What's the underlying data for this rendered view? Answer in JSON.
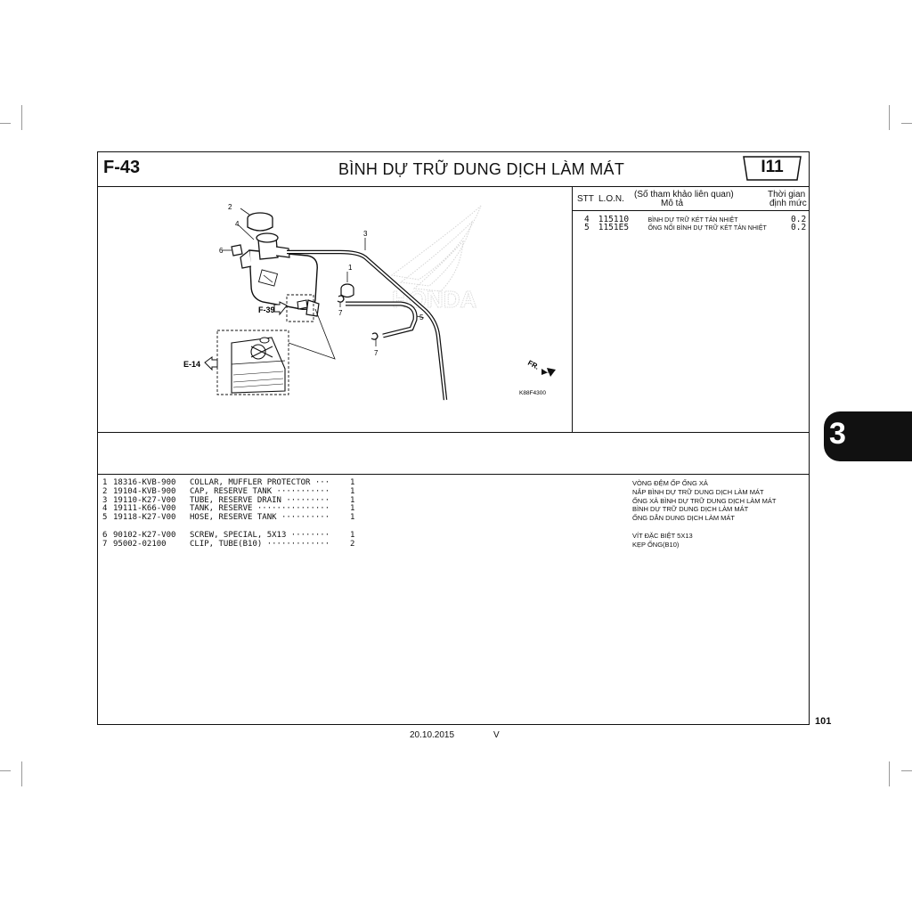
{
  "header": {
    "code": "F-43",
    "title": "BÌNH DỰ TRỮ DUNG DỊCH LÀM MÁT",
    "id": "I11"
  },
  "labor_table": {
    "col_stt": "STT",
    "col_lon": "L.O.N.",
    "col_desc_line1": "(Số tham khảo liên quan)",
    "col_desc_line2": "Mô tả",
    "col_time_line1": "Thời gian",
    "col_time_line2": "định mức",
    "rows": [
      {
        "no": "4",
        "code": "115110",
        "desc": "BÌNH DỰ TRỮ KÉT TẢN NHIỆT",
        "time": "0.2"
      },
      {
        "no": "5",
        "code": "1151E5",
        "desc": "ỐNG NỐI BÌNH DỰ TRỮ KÉT TẢN NHIỆT",
        "time": "0.2"
      }
    ]
  },
  "diagram": {
    "callouts": [
      "1",
      "2",
      "3",
      "4",
      "5",
      "6",
      "7",
      "7"
    ],
    "ref_f39": "F-39",
    "ref_e14": "E-14",
    "front_marker": "FR.",
    "figure_code": "K88F4300",
    "watermark": "HONDA"
  },
  "parts": [
    {
      "no": "1",
      "pn": "18316-KVB-900",
      "desc": "COLLAR, MUFFLER PROTECTOR ···",
      "qty": "1",
      "vn": "VÒNG ĐỆM ỐP ỐNG XẢ"
    },
    {
      "no": "2",
      "pn": "19104-KVB-900",
      "desc": "CAP, RESERVE TANK ···········",
      "qty": "1",
      "vn": "NẮP BÌNH DỰ TRỮ DUNG DỊCH LÀM MÁT"
    },
    {
      "no": "3",
      "pn": "19110-K27-V00",
      "desc": "TUBE, RESERVE DRAIN ·········",
      "qty": "1",
      "vn": "ỐNG XẢ BÌNH DỰ TRỮ DUNG DỊCH LÀM MÁT"
    },
    {
      "no": "4",
      "pn": "19111-K66-V00",
      "desc": "TANK, RESERVE ···············",
      "qty": "1",
      "vn": "BÌNH DỰ TRỮ DUNG DỊCH LÀM MÁT"
    },
    {
      "no": "5",
      "pn": "19118-K27-V00",
      "desc": "HOSE, RESERVE TANK ··········",
      "qty": "1",
      "vn": "ỐNG DẪN DUNG DỊCH LÀM MÁT"
    },
    {
      "no": "6",
      "pn": "90102-K27-V00",
      "desc": "SCREW, SPECIAL, 5X13 ········",
      "qty": "1",
      "vn": "VÍT ĐẶC BIỆT 5X13"
    },
    {
      "no": "7",
      "pn": "95002-02100",
      "desc": "CLIP, TUBE(B10) ·············",
      "qty": "2",
      "vn": "KẸP ỐNG(B10)"
    }
  ],
  "side_tab": "3",
  "page_number": "101",
  "footer": {
    "date": "20.10.2015",
    "version": "V"
  }
}
